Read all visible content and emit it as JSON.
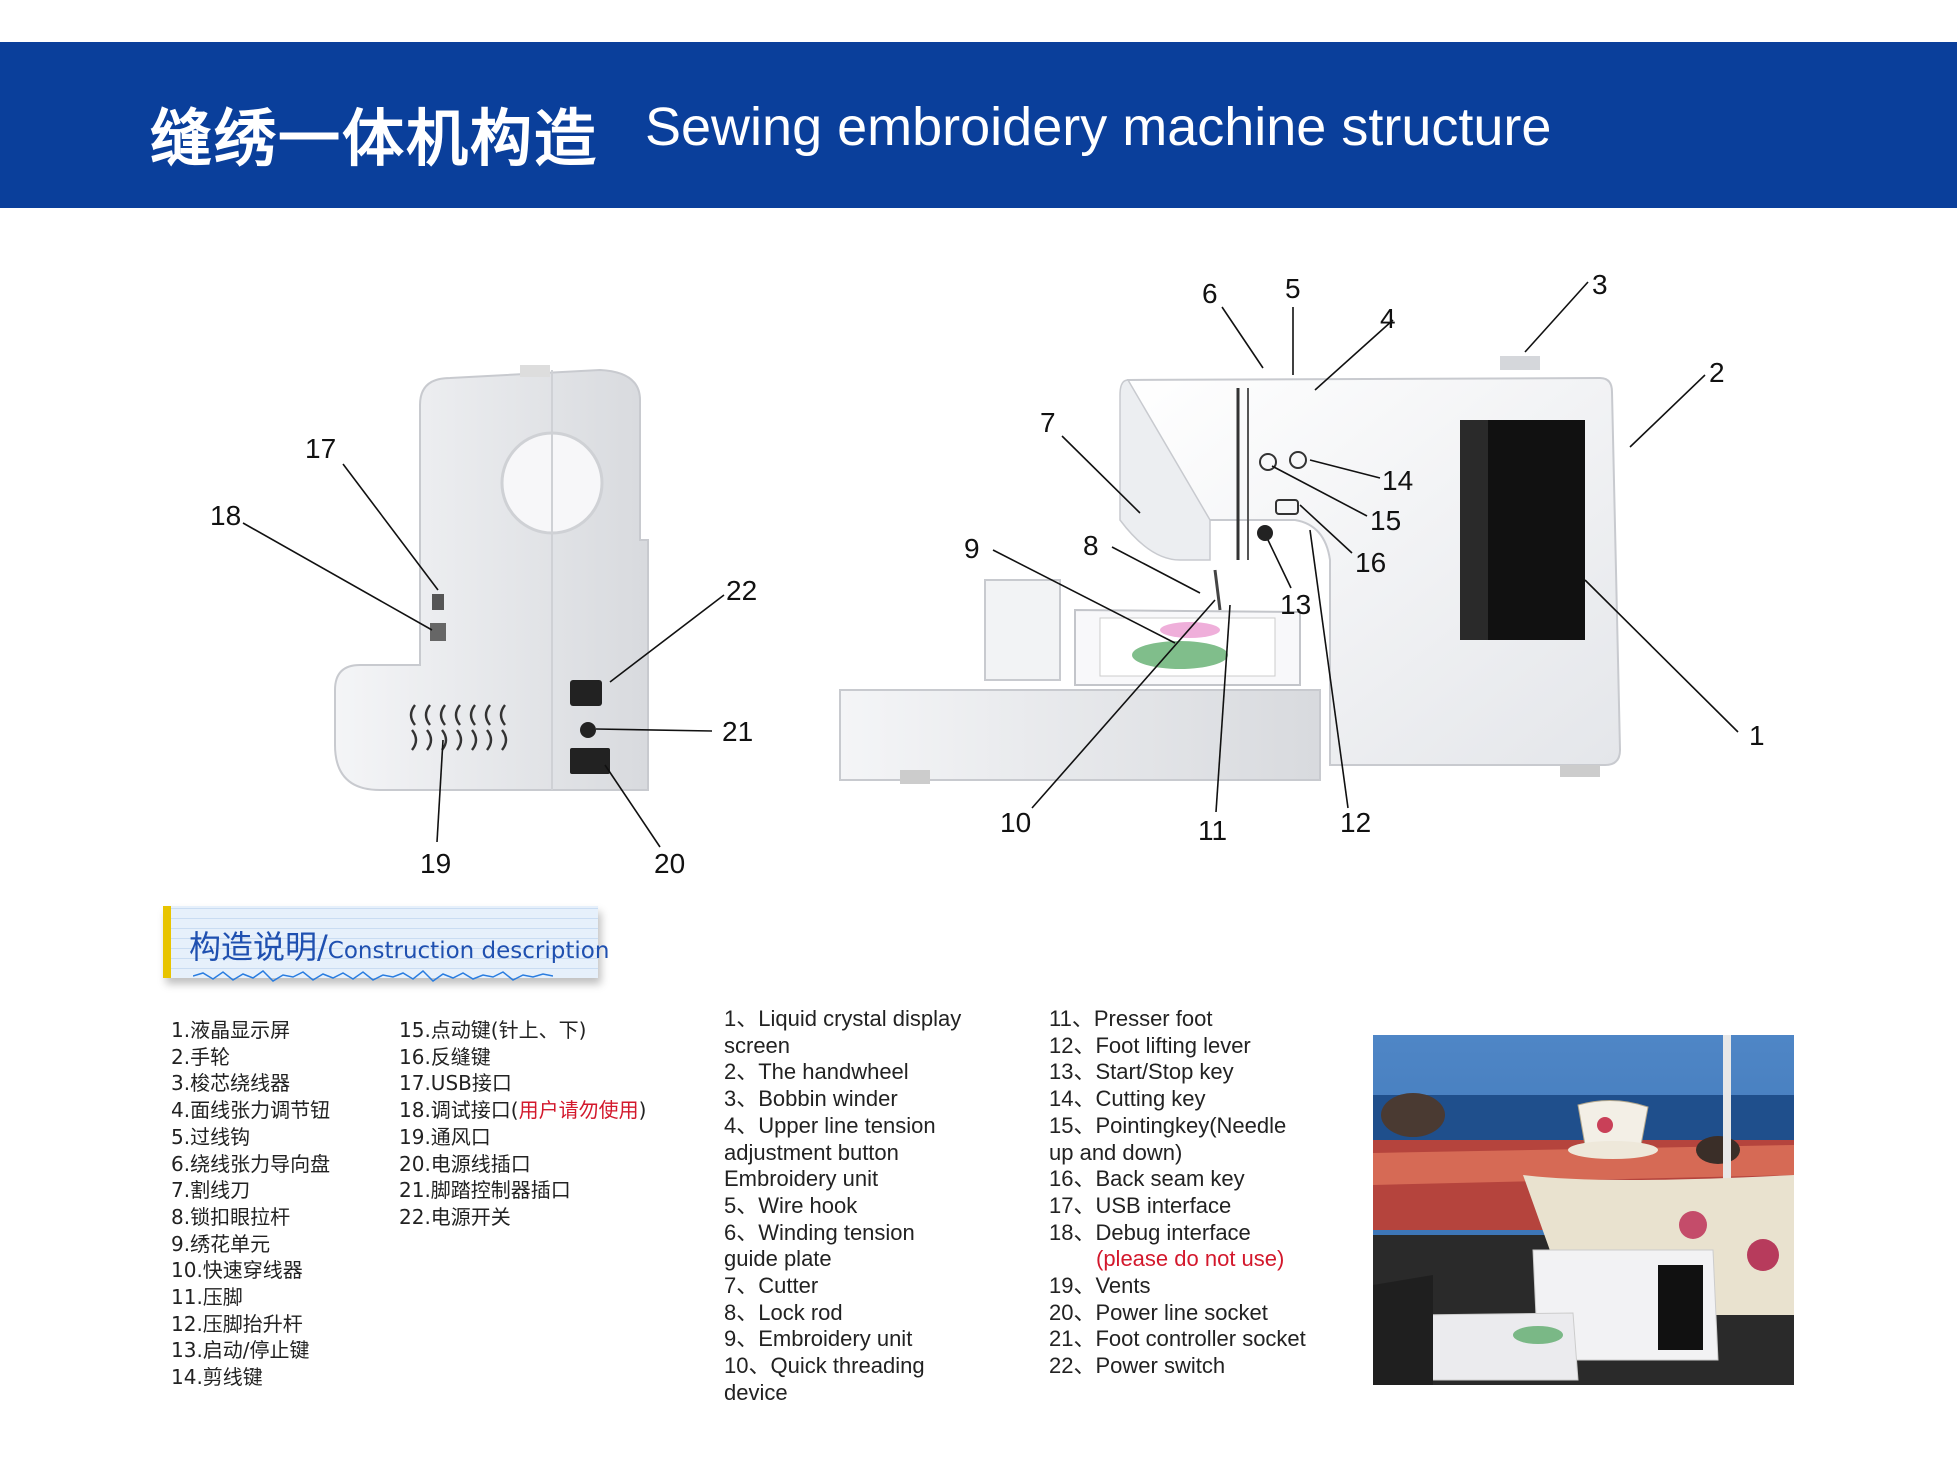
{
  "header": {
    "title_cn": "缝绣一体机构造",
    "title_en": "Sewing embroidery machine structure"
  },
  "colors": {
    "banner": "#0a3f9b",
    "accent_yellow": "#e8c400",
    "red_note": "#d3182c",
    "section_title": "#1f50b0"
  },
  "callouts": {
    "n1": "1",
    "n2": "2",
    "n3": "3",
    "n4": "4",
    "n5": "5",
    "n6": "6",
    "n7": "7",
    "n8": "8",
    "n9": "9",
    "n10": "10",
    "n11": "11",
    "n12": "12",
    "n13": "13",
    "n14": "14",
    "n15": "15",
    "n16": "16",
    "n17": "17",
    "n18": "18",
    "n19": "19",
    "n20": "20",
    "n21": "21",
    "n22": "22"
  },
  "section": {
    "title_cn": "构造说明/",
    "title_en": "Construction description"
  },
  "list_cn_1": [
    "1.液晶显示屏",
    "2.手轮",
    "3.梭芯绕线器",
    "4.面线张力调节钮",
    "5.过线钩",
    "6.绕线张力导向盘",
    "7.割线刀",
    "8.锁扣眼拉杆",
    "9.绣花单元",
    "10.快速穿线器",
    "11.压脚",
    "12.压脚抬升杆",
    "13.启动/停止键",
    "14.剪线键"
  ],
  "list_cn_2": {
    "i15": "15.点动键(针上、下)",
    "i16": "16.反缝键",
    "i17": "17.USB接口",
    "i18_main": "18.调试接口(",
    "i18_note": "用户请勿使用",
    "i18_close": ")",
    "i19": "19.通风口",
    "i20": "20.电源线插口",
    "i21": "21.脚踏控制器插口",
    "i22": "22.电源开关"
  },
  "list_en_1": [
    "1、Liquid crystal display",
    "screen",
    "2、The handwheel",
    "3、Bobbin winder",
    "4、Upper line tension",
    "adjustment button",
    "Embroidery unit",
    "5、Wire hook",
    "6、Winding tension",
    "guide plate",
    "7、Cutter",
    "8、Lock rod",
    "9、Embroidery unit",
    "10、Quick threading",
    "device"
  ],
  "list_en_2": {
    "l1": "11、Presser foot",
    "l2": "12、Foot lifting lever",
    "l3": "13、Start/Stop key",
    "l4": "14、Cutting key",
    "l5": "15、Pointingkey(Needle",
    "l6": "up and down)",
    "l7": "16、Back seam key",
    "l8": "17、USB interface",
    "l9": "18、Debug interface",
    "l10": "(please do not use)",
    "l11": "19、Vents",
    "l12": "20、Power line socket",
    "l13": "21、Foot controller socket",
    "l14": "22、Power switch"
  }
}
